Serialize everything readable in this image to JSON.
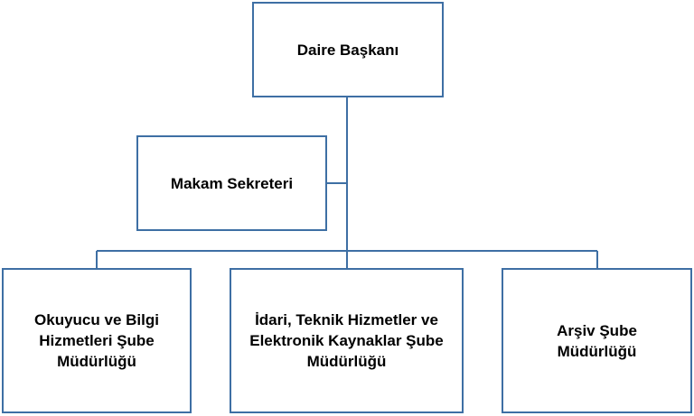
{
  "diagram": {
    "colors": {
      "border": "#3e6fa4",
      "line": "#3e6fa4",
      "text": "#000000",
      "background": "#ffffff"
    },
    "nodes": {
      "head": {
        "label": "Daire Başkanı"
      },
      "secretary": {
        "label": "Makam Sekreteri"
      },
      "reader_services": {
        "label": "Okuyucu ve Bilgi Hizmetleri Şube Müdürlüğü"
      },
      "admin_technical": {
        "label": "İdari, Teknik Hizmetler ve Elektronik Kaynaklar Şube Müdürlüğü"
      },
      "archive": {
        "label": "Arşiv Şube Müdürlüğü"
      }
    },
    "edges": [
      {
        "from": "head",
        "to": "secretary"
      },
      {
        "from": "head",
        "to": "reader_services"
      },
      {
        "from": "head",
        "to": "admin_technical"
      },
      {
        "from": "head",
        "to": "archive"
      }
    ]
  }
}
